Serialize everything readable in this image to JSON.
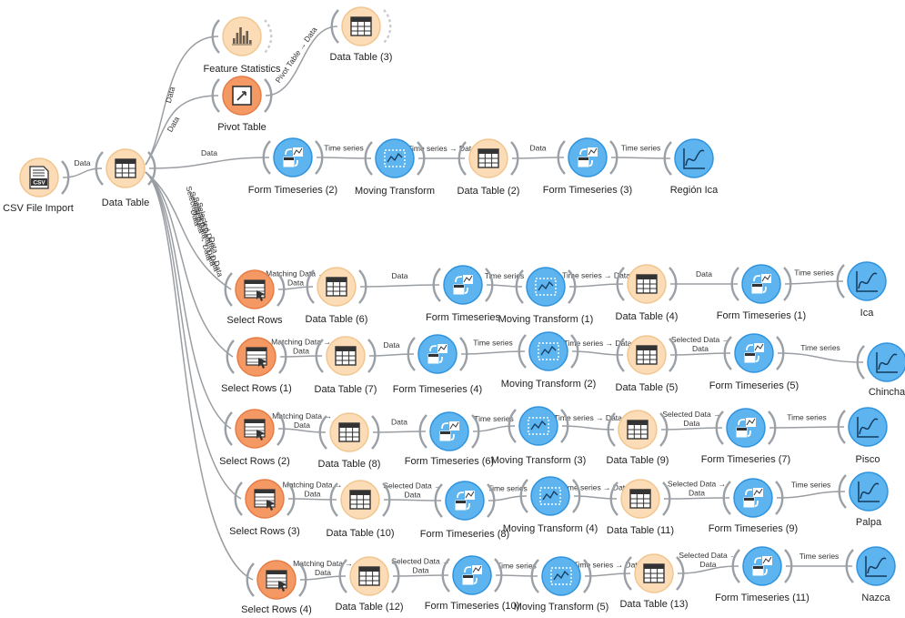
{
  "colors": {
    "data_fill": "#fbdcb7",
    "data_stroke": "#f1c68f",
    "transform_fill": "#f49964",
    "transform_stroke": "#e77c45",
    "ts_fill": "#5eb4ef",
    "ts_stroke": "#2f93de",
    "link": "#9a9ea3"
  },
  "nodes": [
    {
      "id": "csv",
      "label": "CSV File Import",
      "kind": "data",
      "icon": "csv-file-icon"
    },
    {
      "id": "dt",
      "label": "Data Table",
      "kind": "data",
      "icon": "table-icon"
    },
    {
      "id": "fs",
      "label": "Feature Statistics",
      "kind": "data",
      "icon": "bar-stats-icon"
    },
    {
      "id": "pivot",
      "label": "Pivot Table",
      "kind": "transform",
      "icon": "pivot-icon"
    },
    {
      "id": "dt3",
      "label": "Data Table (3)",
      "kind": "data",
      "icon": "table-icon"
    },
    {
      "id": "ft2",
      "label": "Form Timeseries (2)",
      "kind": "ts",
      "icon": "form-timeseries-icon"
    },
    {
      "id": "mt",
      "label": "Moving Transform",
      "kind": "ts",
      "icon": "moving-transform-icon"
    },
    {
      "id": "dt2",
      "label": "Data Table (2)",
      "kind": "data",
      "icon": "table-icon"
    },
    {
      "id": "ft3",
      "label": "Form Timeseries (3)",
      "kind": "ts",
      "icon": "form-timeseries-icon"
    },
    {
      "id": "rica",
      "label": "Región Ica",
      "kind": "ts",
      "icon": "line-chart-icon"
    },
    {
      "id": "sr",
      "label": "Select Rows",
      "kind": "transform",
      "icon": "select-rows-icon"
    },
    {
      "id": "dt6",
      "label": "Data Table (6)",
      "kind": "data",
      "icon": "table-icon"
    },
    {
      "id": "ft",
      "label": "Form Timeseries",
      "kind": "ts",
      "icon": "form-timeseries-icon"
    },
    {
      "id": "mt1",
      "label": "Moving Transform (1)",
      "kind": "ts",
      "icon": "moving-transform-icon"
    },
    {
      "id": "dt4",
      "label": "Data Table (4)",
      "kind": "data",
      "icon": "table-icon"
    },
    {
      "id": "ft1",
      "label": "Form Timeseries (1)",
      "kind": "ts",
      "icon": "form-timeseries-icon"
    },
    {
      "id": "ica",
      "label": "Ica",
      "kind": "ts",
      "icon": "line-chart-icon"
    },
    {
      "id": "sr1",
      "label": "Select Rows (1)",
      "kind": "transform",
      "icon": "select-rows-icon"
    },
    {
      "id": "dt7",
      "label": "Data Table (7)",
      "kind": "data",
      "icon": "table-icon"
    },
    {
      "id": "ft4",
      "label": "Form Timeseries (4)",
      "kind": "ts",
      "icon": "form-timeseries-icon"
    },
    {
      "id": "mt2",
      "label": "Moving Transform (2)",
      "kind": "ts",
      "icon": "moving-transform-icon"
    },
    {
      "id": "dt5",
      "label": "Data Table (5)",
      "kind": "data",
      "icon": "table-icon"
    },
    {
      "id": "ft5",
      "label": "Form Timeseries (5)",
      "kind": "ts",
      "icon": "form-timeseries-icon"
    },
    {
      "id": "chincha",
      "label": "Chincha",
      "kind": "ts",
      "icon": "line-chart-icon"
    },
    {
      "id": "sr2",
      "label": "Select Rows (2)",
      "kind": "transform",
      "icon": "select-rows-icon"
    },
    {
      "id": "dt8",
      "label": "Data Table (8)",
      "kind": "data",
      "icon": "table-icon"
    },
    {
      "id": "ft6",
      "label": "Form Timeseries (6)",
      "kind": "ts",
      "icon": "form-timeseries-icon"
    },
    {
      "id": "mt3",
      "label": "Moving Transform (3)",
      "kind": "ts",
      "icon": "moving-transform-icon"
    },
    {
      "id": "dt9",
      "label": "Data Table (9)",
      "kind": "data",
      "icon": "table-icon"
    },
    {
      "id": "ft7",
      "label": "Form Timeseries (7)",
      "kind": "ts",
      "icon": "form-timeseries-icon"
    },
    {
      "id": "pisco",
      "label": "Pisco",
      "kind": "ts",
      "icon": "line-chart-icon"
    },
    {
      "id": "sr3",
      "label": "Select Rows (3)",
      "kind": "transform",
      "icon": "select-rows-icon"
    },
    {
      "id": "dt10",
      "label": "Data Table (10)",
      "kind": "data",
      "icon": "table-icon"
    },
    {
      "id": "ft8",
      "label": "Form Timeseries (8)",
      "kind": "ts",
      "icon": "form-timeseries-icon"
    },
    {
      "id": "mt4",
      "label": "Moving Transform (4)",
      "kind": "ts",
      "icon": "moving-transform-icon"
    },
    {
      "id": "dt11",
      "label": "Data Table (11)",
      "kind": "data",
      "icon": "table-icon"
    },
    {
      "id": "ft9",
      "label": "Form Timeseries (9)",
      "kind": "ts",
      "icon": "form-timeseries-icon"
    },
    {
      "id": "palpa",
      "label": "Palpa",
      "kind": "ts",
      "icon": "line-chart-icon"
    },
    {
      "id": "sr4",
      "label": "Select Rows (4)",
      "kind": "transform",
      "icon": "select-rows-icon"
    },
    {
      "id": "dt12",
      "label": "Data Table (12)",
      "kind": "data",
      "icon": "table-icon"
    },
    {
      "id": "ft10",
      "label": "Form Timeseries (10)",
      "kind": "ts",
      "icon": "form-timeseries-icon"
    },
    {
      "id": "mt5",
      "label": "Moving Transform (5)",
      "kind": "ts",
      "icon": "moving-transform-icon"
    },
    {
      "id": "dt13",
      "label": "Data Table (13)",
      "kind": "data",
      "icon": "table-icon"
    },
    {
      "id": "ft11",
      "label": "Form Timeseries (11)",
      "kind": "ts",
      "icon": "form-timeseries-icon"
    },
    {
      "id": "nazca",
      "label": "Nazca",
      "kind": "ts",
      "icon": "line-chart-icon"
    }
  ],
  "links": [
    {
      "from": "csv",
      "to": "dt",
      "label": "Data"
    },
    {
      "from": "dt",
      "to": "fs",
      "label": "Data"
    },
    {
      "from": "dt",
      "to": "pivot",
      "label": "Data"
    },
    {
      "from": "pivot",
      "to": "dt3",
      "label": "Pivot Table → Data"
    },
    {
      "from": "dt",
      "to": "ft2",
      "label": "Data"
    },
    {
      "from": "ft2",
      "to": "mt",
      "label": "Time series"
    },
    {
      "from": "mt",
      "to": "dt2",
      "label": "Time series → Data"
    },
    {
      "from": "dt2",
      "to": "ft3",
      "label": "Data"
    },
    {
      "from": "ft3",
      "to": "rica",
      "label": "Time series"
    },
    {
      "from": "dt",
      "to": "sr",
      "label": ""
    },
    {
      "from": "dt",
      "to": "sr1",
      "label": ""
    },
    {
      "from": "dt",
      "to": "sr2",
      "label": ""
    },
    {
      "from": "dt",
      "to": "sr3",
      "label": ""
    },
    {
      "from": "dt",
      "to": "sr4",
      "label": ""
    },
    {
      "from": "sr",
      "to": "dt6",
      "label": "Matching Data → Data"
    },
    {
      "from": "dt6",
      "to": "ft",
      "label": "Data"
    },
    {
      "from": "ft",
      "to": "mt1",
      "label": "Time series"
    },
    {
      "from": "mt1",
      "to": "dt4",
      "label": "Time series → Data"
    },
    {
      "from": "dt4",
      "to": "ft1",
      "label": "Data"
    },
    {
      "from": "ft1",
      "to": "ica",
      "label": "Time series"
    },
    {
      "from": "sr1",
      "to": "dt7",
      "label": "Matching Data → Data"
    },
    {
      "from": "dt7",
      "to": "ft4",
      "label": "Data"
    },
    {
      "from": "ft4",
      "to": "mt2",
      "label": "Time series"
    },
    {
      "from": "mt2",
      "to": "dt5",
      "label": "Time series → Data"
    },
    {
      "from": "dt5",
      "to": "ft5",
      "label": "Selected Data → Data"
    },
    {
      "from": "ft5",
      "to": "chincha",
      "label": "Time series"
    },
    {
      "from": "sr2",
      "to": "dt8",
      "label": "Matching Data → Data"
    },
    {
      "from": "dt8",
      "to": "ft6",
      "label": "Data"
    },
    {
      "from": "ft6",
      "to": "mt3",
      "label": "Time series"
    },
    {
      "from": "mt3",
      "to": "dt9",
      "label": "Time series → Data"
    },
    {
      "from": "dt9",
      "to": "ft7",
      "label": "Selected Data → Data"
    },
    {
      "from": "ft7",
      "to": "pisco",
      "label": "Time series"
    },
    {
      "from": "sr3",
      "to": "dt10",
      "label": "Matching Data → Data"
    },
    {
      "from": "dt10",
      "to": "ft8",
      "label": "Selected Data → Data"
    },
    {
      "from": "ft8",
      "to": "mt4",
      "label": "Time series"
    },
    {
      "from": "mt4",
      "to": "dt11",
      "label": "Time series → Data"
    },
    {
      "from": "dt11",
      "to": "ft9",
      "label": "Selected Data → Data"
    },
    {
      "from": "ft9",
      "to": "palpa",
      "label": "Time series"
    },
    {
      "from": "sr4",
      "to": "dt12",
      "label": "Matching Data → Data"
    },
    {
      "from": "dt12",
      "to": "ft10",
      "label": "Selected Data → Data"
    },
    {
      "from": "ft10",
      "to": "mt5",
      "label": "Time series"
    },
    {
      "from": "mt5",
      "to": "dt13",
      "label": "Time series → Data"
    },
    {
      "from": "dt13",
      "to": "ft11",
      "label": "Selected Data → Data"
    },
    {
      "from": "ft11",
      "to": "nazca",
      "label": "Time series"
    }
  ],
  "fan_labels": [
    "Data",
    "Selected Data → Data",
    "Selected Data → Data",
    "Selected Data → Data",
    "Selected Data → Data",
    "Data"
  ]
}
